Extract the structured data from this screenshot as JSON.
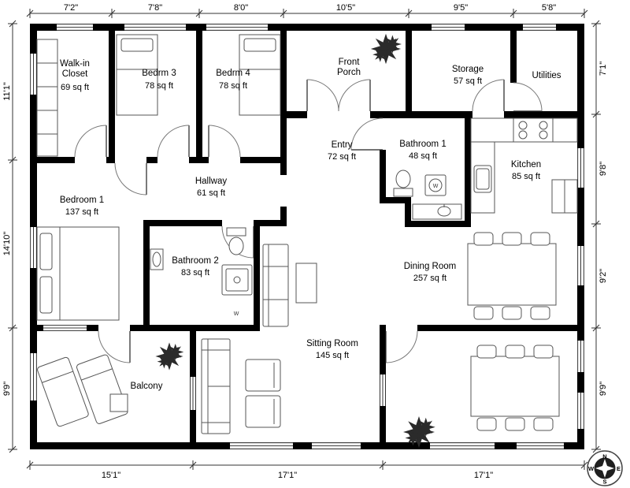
{
  "rooms": {
    "walk_in_closet": {
      "line1": "Walk-in",
      "line2": "Closet",
      "area": "69 sq ft"
    },
    "bedroom3": {
      "name": "Bedrm 3",
      "area": "78 sq ft"
    },
    "bedroom4": {
      "name": "Bedrm 4",
      "area": "78 sq ft"
    },
    "front_porch": {
      "line1": "Front",
      "line2": "Porch"
    },
    "storage": {
      "name": "Storage",
      "area": "57 sq ft"
    },
    "utilities": {
      "name": "Utilities"
    },
    "entry": {
      "name": "Entry",
      "area": "72 sq ft"
    },
    "bathroom1": {
      "name": "Bathroom 1",
      "area": "48 sq ft"
    },
    "kitchen": {
      "name": "Kitchen",
      "area": "85 sq ft"
    },
    "bedroom1": {
      "name": "Bedroom 1",
      "area": "137 sq ft"
    },
    "hallway": {
      "name": "Hallway",
      "area": "61 sq ft"
    },
    "bathroom2": {
      "name": "Bathroom 2",
      "area": "83 sq ft"
    },
    "dining_room": {
      "name": "Dining Room",
      "area": "257 sq ft"
    },
    "sitting_room": {
      "name": "Sitting Room",
      "area": "145 sq ft"
    },
    "balcony": {
      "name": "Balcony"
    }
  },
  "dimensions": {
    "top": [
      "7'2\"",
      "7'8\"",
      "8'0\"",
      "10'5\"",
      "9'5\"",
      "5'8\""
    ],
    "left": [
      "11'1\"",
      "14'10\"",
      "9'9\""
    ],
    "right": [
      "7'1\"",
      "9'8\"",
      "9'2\"",
      "9'9\""
    ],
    "bottom": [
      "15'1\"",
      "17'1\"",
      "17'1\""
    ]
  },
  "compass": {
    "north": "N",
    "east": "E",
    "south": "S",
    "west": "W"
  },
  "fixtures": {
    "washer_mark": "W"
  },
  "colors": {
    "wall": "#000000",
    "furniture": "#555555",
    "plant": "#2b2b2b"
  }
}
